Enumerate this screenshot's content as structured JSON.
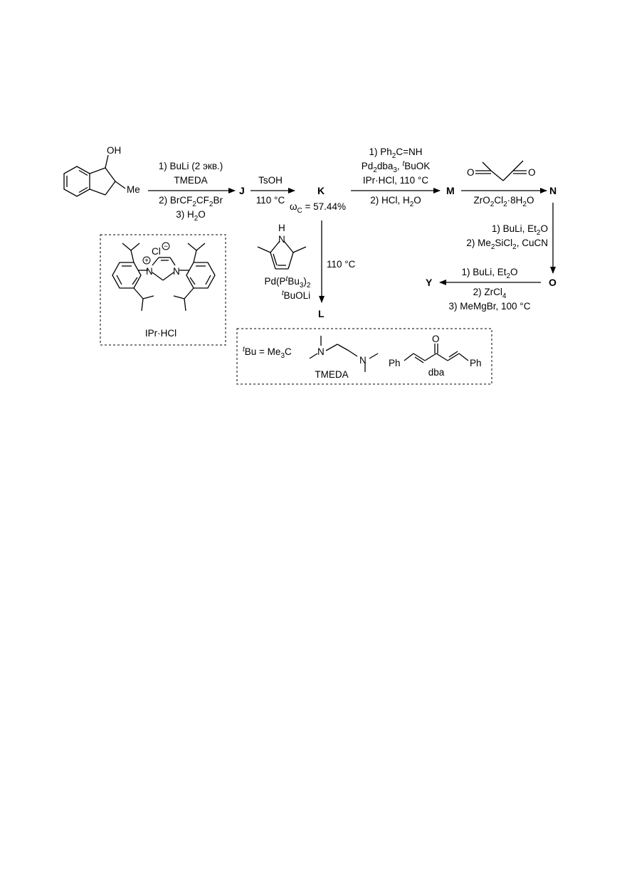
{
  "compounds": {
    "J": "J",
    "K": "K",
    "L": "L",
    "M": "M",
    "N": "N",
    "O": "O",
    "Y": "Y"
  },
  "start_material": {
    "oh": "OH",
    "me": "Me"
  },
  "step_1": {
    "above": [
      "1) BuLi (2 экв.)",
      "TMEDA"
    ],
    "below": [
      "2) BrCF",
      "2",
      "CF",
      "2",
      "Br",
      "3) H",
      "2",
      "O"
    ]
  },
  "step_2": {
    "above": "TsOH",
    "below": "110 °C"
  },
  "k_omega": {
    "omega": "ω",
    "sub": "C",
    "value": " = 57.44%"
  },
  "step_3": {
    "line1": "1) Ph",
    "line1_sub": "2",
    "line1_end": "C=NH",
    "line2a": "Pd",
    "line2a_sub": "2",
    "line2b": "dba",
    "line2b_sub": "3",
    "line2c": ", ",
    "line2c_sup": "t",
    "line2d": "BuOK",
    "line3": "IPr·HCl, 110 °C",
    "below_a": "2) HCl, H",
    "below_sub": "2",
    "below_b": "O"
  },
  "step_4": {
    "ketone_o1": "O",
    "ketone_o2": "O",
    "below_a": "ZrO",
    "below_s1": "2",
    "below_b": "Cl",
    "below_s2": "2",
    "below_c": "·8H",
    "below_s3": "2",
    "below_d": "O"
  },
  "step_5": {
    "line1a": "1) BuLi, Et",
    "line1_sub": "2",
    "line1b": "O",
    "line2a": "2) Me",
    "line2_s1": "2",
    "line2b": "SiCl",
    "line2_s2": "2",
    "line2c": ", CuCN"
  },
  "step_6": {
    "line1a": "1) BuLi, Et",
    "line1_sub": "2",
    "line1b": "O",
    "line2a": "2) ZrCl",
    "line2_sub": "4",
    "line3": "3) MeMgBr, 100 °C"
  },
  "step_7": {
    "pyrrole_h": "H",
    "pyrrole_n": "N",
    "cat_a": "Pd(P",
    "cat_sup": "t",
    "cat_b": "Bu",
    "cat_sub1": "3",
    "cat_c": ")",
    "cat_sub2": "2",
    "base_sup": "t",
    "base": "BuOLi",
    "temp": "110 °C"
  },
  "ipr_box": {
    "cl": "Cl",
    "minus": "−",
    "plus": "+",
    "n1": "N",
    "n2": "N",
    "caption": "IPr·HCl"
  },
  "legend_box": {
    "tbu_sup": "t",
    "tbu_a": "Bu = Me",
    "tbu_sub": "3",
    "tbu_b": "C",
    "tmeda_n1": "N",
    "tmeda_n2": "N",
    "tmeda": "TMEDA",
    "dba_o": "O",
    "dba_ph1": "Ph",
    "dba_ph2": "Ph",
    "dba": "dba"
  }
}
